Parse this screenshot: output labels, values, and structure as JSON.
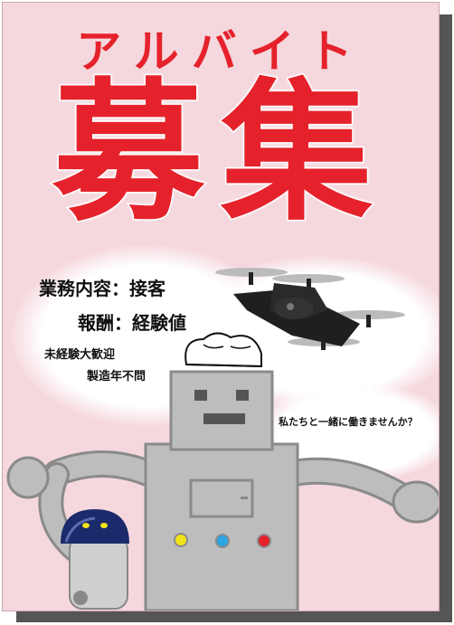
{
  "poster": {
    "title_top": "アルバイト",
    "title_main": "募集",
    "duty": "業務内容：接客",
    "reward": "報酬：経験値",
    "no_experience": "未経験大歓迎",
    "year_limit": "製造年不問",
    "invitation": "私たちと一緒に働きませんか？"
  },
  "colors": {
    "background": "#f5d8de",
    "title": "#e5222b",
    "robot": "#b9b9b9",
    "robot_outline": "#8a8a8a",
    "drone": "#222222",
    "button_yellow": "#f2e21a",
    "button_blue": "#2aa6e0",
    "button_red": "#e5222b",
    "small_robot": "#1b2a6b"
  },
  "illustrations": [
    "drone-icon",
    "robot-icon",
    "small-robot-icon",
    "chef-hat-icon"
  ]
}
